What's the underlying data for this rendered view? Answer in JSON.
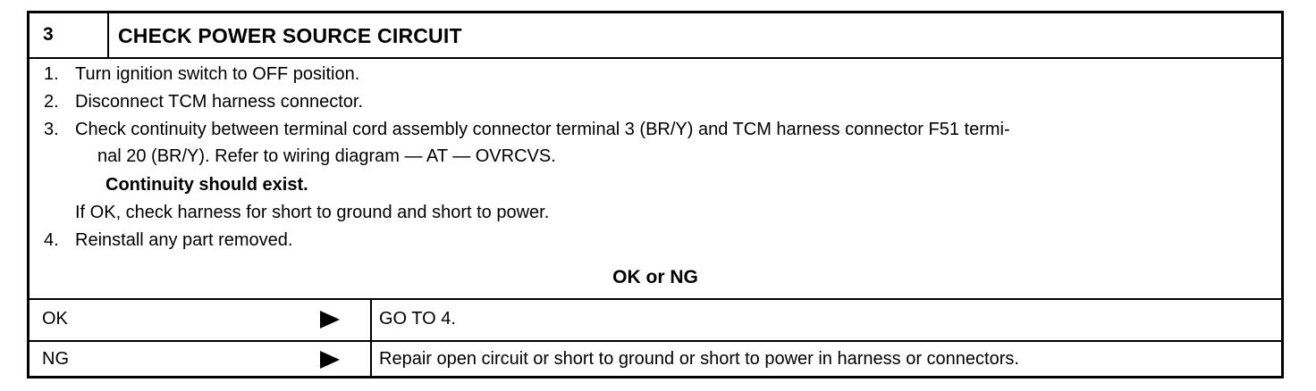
{
  "step": {
    "number": "3",
    "title": "CHECK POWER SOURCE CIRCUIT"
  },
  "instructions": [
    {
      "num": "1.",
      "text": "Turn ignition switch to OFF position."
    },
    {
      "num": "2.",
      "text": "Disconnect TCM harness connector."
    },
    {
      "num": "3.",
      "text": "Check continuity between terminal cord assembly connector terminal 3 (BR/Y) and TCM harness connector F51 termi-"
    },
    {
      "num": "",
      "text": "nal 20 (BR/Y). Refer to wiring diagram — AT — OVRCVS."
    },
    {
      "num": "",
      "text": "Continuity should exist."
    },
    {
      "num": "",
      "text": "If OK, check harness for short to ground and short to power."
    },
    {
      "num": "4.",
      "text": "Reinstall any part removed."
    }
  ],
  "result_heading": "OK or NG",
  "results": [
    {
      "label": "OK",
      "action": "GO TO 4."
    },
    {
      "label": "NG",
      "action": "Repair open circuit or short to ground or short to power in harness or connectors."
    }
  ]
}
